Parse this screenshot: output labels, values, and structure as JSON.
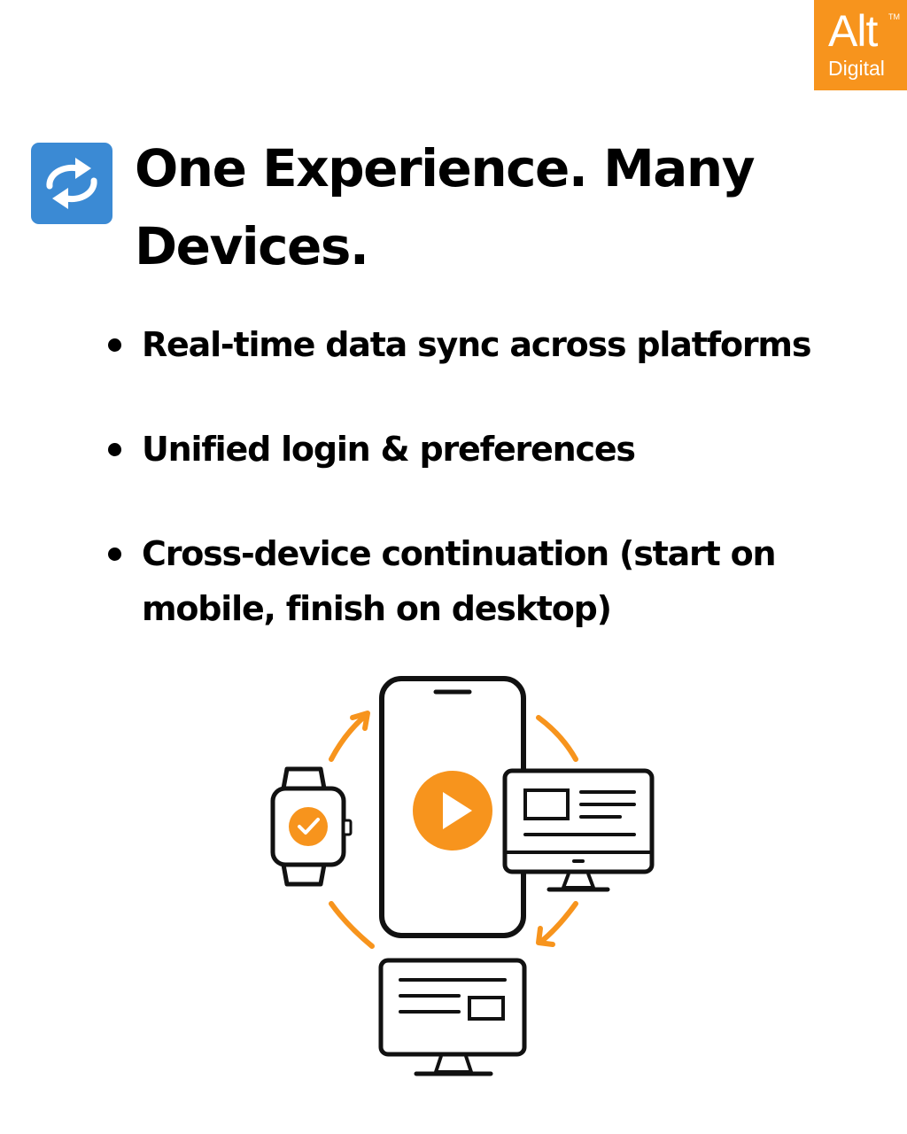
{
  "brand": {
    "name_main": "Alt",
    "name_sub": "Digital",
    "trademark": "TM",
    "color": "#f7941d"
  },
  "header": {
    "icon": "sync-arrows-icon",
    "icon_color": "#3b8ad4",
    "title": "One Experience. Many Devices."
  },
  "bullets": [
    {
      "text": "Real-time data sync across platforms"
    },
    {
      "text": "Unified login & preferences"
    },
    {
      "text": "Cross-device continuation (start on mobile, finish on desktop)"
    }
  ],
  "illustration": {
    "accent_color": "#f7941d",
    "icons": [
      "smartwatch-check-icon",
      "smartphone-play-icon",
      "desktop-monitor-icon",
      "desktop-monitor-icon",
      "circular-arrows-icon"
    ]
  }
}
